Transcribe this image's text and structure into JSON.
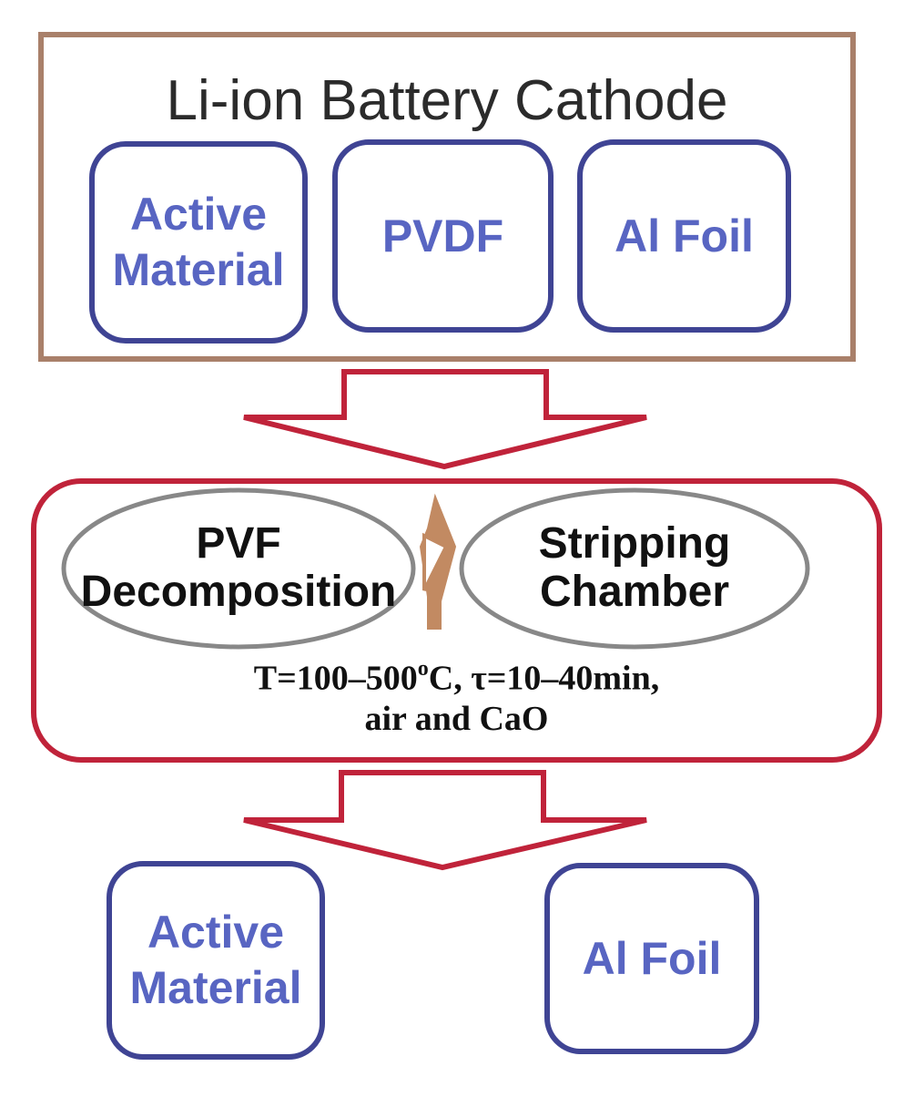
{
  "diagram": {
    "cathode": {
      "title": "Li-ion Battery Cathode",
      "components": [
        {
          "line1": "Active",
          "line2": "Material"
        },
        {
          "line1": "PVDF",
          "line2": ""
        },
        {
          "line1": "Al Foil",
          "line2": ""
        }
      ]
    },
    "process": {
      "step1": {
        "line1": "PVF",
        "line2": "Decomposition"
      },
      "step2": {
        "line1": "Stripping",
        "line2": "Chamber"
      },
      "conditions": {
        "line1_prefix": "T=100–500",
        "line1_sup": "o",
        "line1_suffix": "C, τ=10–40min,",
        "line2": "air and CaO"
      }
    },
    "outputs": [
      {
        "line1": "Active",
        "line2": "Material"
      },
      {
        "line1": "Al Foil",
        "line2": ""
      }
    ],
    "colors": {
      "cathode_frame": "#a9806a",
      "component_border": "#3f4494",
      "component_text": "#5865c2",
      "process_frame": "#c0233a",
      "arrow": "#c0233a",
      "ellipse_border": "#888888",
      "small_arrow": "#c28a62"
    }
  }
}
